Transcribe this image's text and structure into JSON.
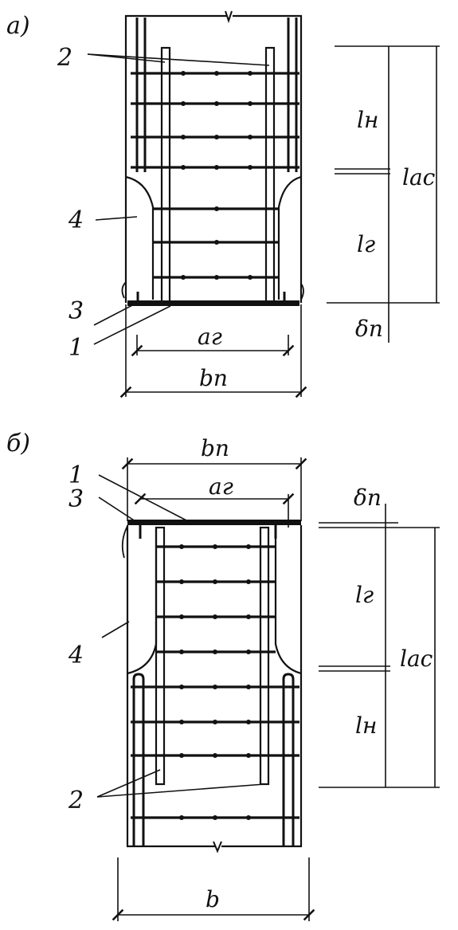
{
  "panel_a": {
    "label": "а)",
    "callouts": {
      "c1": "1",
      "c2": "2",
      "c3": "3",
      "c4": "4"
    },
    "dims": {
      "l_n": "lн",
      "l_g": "lг",
      "l_ac": "lас",
      "delta": "δп",
      "a_g": "аг",
      "b_n": "bп"
    }
  },
  "panel_b": {
    "label": "б)",
    "callouts": {
      "c1": "1",
      "c2": "2",
      "c3": "3",
      "c4": "4"
    },
    "dims": {
      "b_n": "bп",
      "a_g": "аг",
      "delta": "δп",
      "l_g": "lг",
      "l_n": "lн",
      "l_ac": "lас",
      "b": "b"
    }
  }
}
